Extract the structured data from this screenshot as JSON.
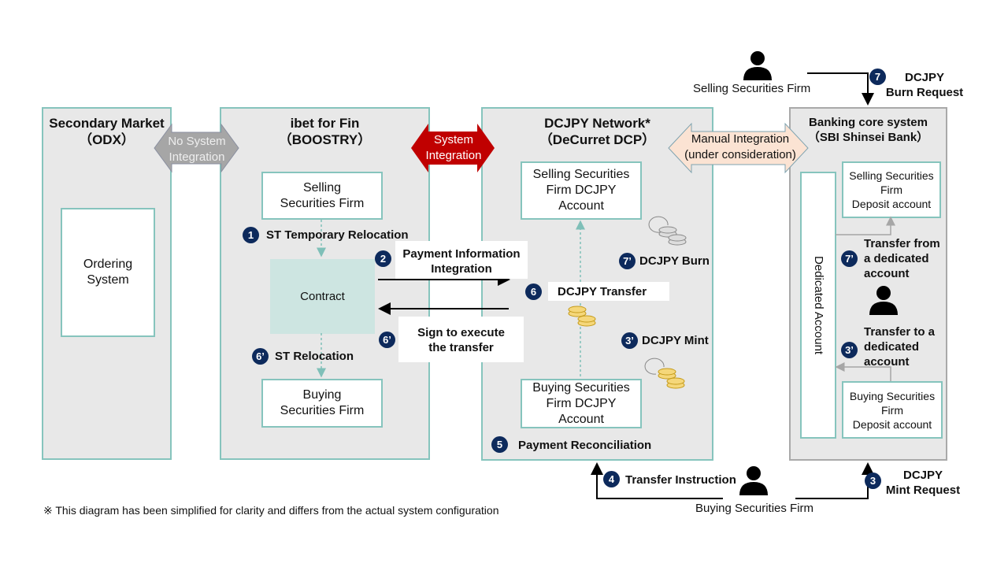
{
  "panels": {
    "secondary": {
      "title": "Secondary Market\n（ODX）",
      "ordering": "Ordering System"
    },
    "ibet": {
      "title": "ibet for Fin\n（BOOSTRY）",
      "selling": "Selling Securities Firm",
      "contract": "Contract",
      "buying": "Buying Securities Firm"
    },
    "dcjpy": {
      "title": "DCJPY Network*\n（DeCurret DCP）",
      "selling": "Selling Securities Firm DCJPY Account",
      "buying": "Buying Securities Firm DCJPY Account"
    },
    "bank": {
      "title": "Banking core system\n（SBI Shinsei Bank）",
      "dedicated": "Dedicated Account",
      "selling": "Selling Securities Firm\nDeposit account",
      "buying": "Buying Securities Firm\nDeposit account"
    }
  },
  "connectors": {
    "no_integration": "No System Integration",
    "system_integration": "System Integration",
    "manual_integration": "Manual Integration\n(under consideration)"
  },
  "steps": [
    {
      "num": "1",
      "label": "ST Temporary Relocation"
    },
    {
      "num": "2",
      "label": "Payment Information\nIntegration"
    },
    {
      "num": "6’",
      "label": "Sign to execute\nthe transfer"
    },
    {
      "num": "6’",
      "label": "ST Relocation"
    },
    {
      "num": "6",
      "label": "DCJPY Transfer"
    },
    {
      "num": "7’",
      "label": "DCJPY Burn"
    },
    {
      "num": "3’",
      "label": "DCJPY Mint"
    },
    {
      "num": "5",
      "label": "Payment Reconciliation"
    },
    {
      "num": "4",
      "label": "Transfer Instruction"
    },
    {
      "num": "7",
      "label": "DCJPY\nBurn Request"
    },
    {
      "num": "3",
      "label": "DCJPY\nMint Request"
    },
    {
      "num": "7’",
      "label": "Transfer from\na dedicated\naccount"
    },
    {
      "num": "3’",
      "label": "Transfer to a\ndedicated\naccount"
    }
  ],
  "actors": {
    "selling": "Selling Securities Firm",
    "buying": "Buying Securities Firm"
  },
  "footnote": "※ This diagram has been simplified for clarity and differs from the actual system configuration",
  "colors": {
    "panel_border": "#86c4bd",
    "badge": "#0d2a5c",
    "system_integration": "#c00000",
    "no_integration": "#a6a6a6",
    "manual_integration": "#fbe3d3",
    "contract": "#cde5e1"
  }
}
